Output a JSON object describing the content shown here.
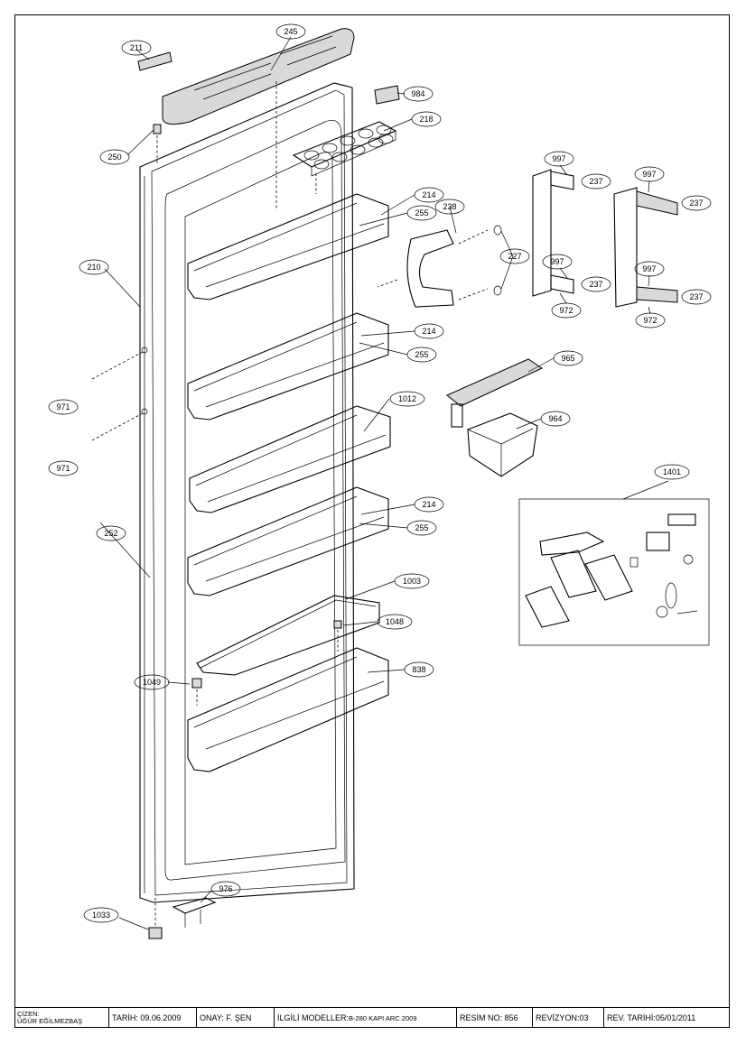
{
  "callouts": [
    {
      "id": "c211",
      "text": "211"
    },
    {
      "id": "c245",
      "text": "245"
    },
    {
      "id": "c984",
      "text": "984"
    },
    {
      "id": "c218",
      "text": "218"
    },
    {
      "id": "c250",
      "text": "250"
    },
    {
      "id": "c214a",
      "text": "214"
    },
    {
      "id": "c255a",
      "text": "255"
    },
    {
      "id": "c238",
      "text": "238"
    },
    {
      "id": "c227",
      "text": "227"
    },
    {
      "id": "c997a",
      "text": "997"
    },
    {
      "id": "c237a",
      "text": "237"
    },
    {
      "id": "c997b",
      "text": "997"
    },
    {
      "id": "c237b",
      "text": "237"
    },
    {
      "id": "c997c",
      "text": "997"
    },
    {
      "id": "c237c",
      "text": "237"
    },
    {
      "id": "c997d",
      "text": "997"
    },
    {
      "id": "c237d",
      "text": "237"
    },
    {
      "id": "c972a",
      "text": "972"
    },
    {
      "id": "c972b",
      "text": "972"
    },
    {
      "id": "c210",
      "text": "210"
    },
    {
      "id": "c214b",
      "text": "214"
    },
    {
      "id": "c255b",
      "text": "255"
    },
    {
      "id": "c965",
      "text": "965"
    },
    {
      "id": "c971a",
      "text": "971"
    },
    {
      "id": "c1012",
      "text": "1012"
    },
    {
      "id": "c964",
      "text": "964"
    },
    {
      "id": "c971b",
      "text": "971"
    },
    {
      "id": "c1401",
      "text": "1401"
    },
    {
      "id": "c214c",
      "text": "214"
    },
    {
      "id": "c255c",
      "text": "255"
    },
    {
      "id": "c252",
      "text": "252"
    },
    {
      "id": "c1003",
      "text": "1003"
    },
    {
      "id": "c1048",
      "text": "1048"
    },
    {
      "id": "c838",
      "text": "838"
    },
    {
      "id": "c1049",
      "text": "1049"
    },
    {
      "id": "c976",
      "text": "976"
    },
    {
      "id": "c1033",
      "text": "1033"
    }
  ],
  "title_block": {
    "cizen_label": "ÇİZEN:",
    "cizen_name": "ÜĞÜR EĞİLMEZBAŞ",
    "tarih": "TARİH: 09.06.2009",
    "onay": "ONAY: F. ŞEN",
    "ilgili_prefix": "İLGİLİ MODELLER:",
    "ilgili_value": "B-280 KAPI ARC 2009",
    "resim": "RESİM NO: 856",
    "revizyon": "REVİZYON:03",
    "rev_tarih": "REV. TARİHİ:05/01/2011"
  }
}
